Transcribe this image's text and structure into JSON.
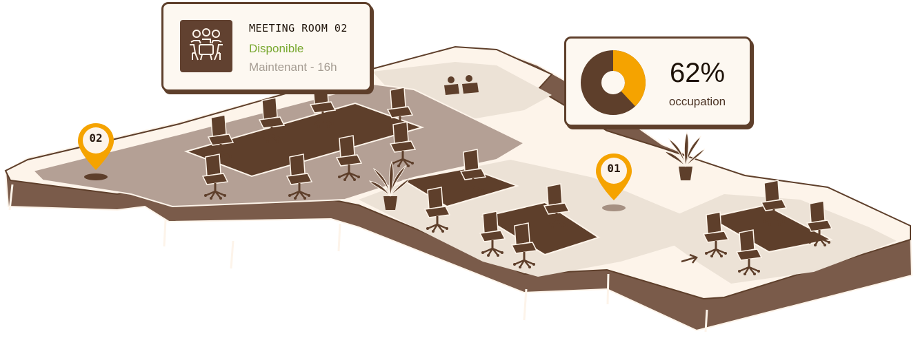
{
  "room_card": {
    "title": "MEETING ROOM 02",
    "status": "Disponible",
    "time": "Maintenant - 16h",
    "icon": "meeting-people-icon"
  },
  "occupancy_card": {
    "value": "62%",
    "label": "occupation",
    "percent": 62
  },
  "pins": [
    {
      "label": "02"
    },
    {
      "label": "01"
    }
  ],
  "icons": [
    "plant-icon",
    "people-icon",
    "arrow-icon",
    "chair-icon",
    "location-pin-icon",
    "donut-chart-icon"
  ],
  "colors": {
    "wall": "#7a5b4a",
    "floor": "#fdf4ea",
    "zone_dark": "#b4a095",
    "zone_light": "#ece2d6",
    "furniture": "#5e3f2b",
    "accent": "#f5a300",
    "available": "#79a830"
  }
}
